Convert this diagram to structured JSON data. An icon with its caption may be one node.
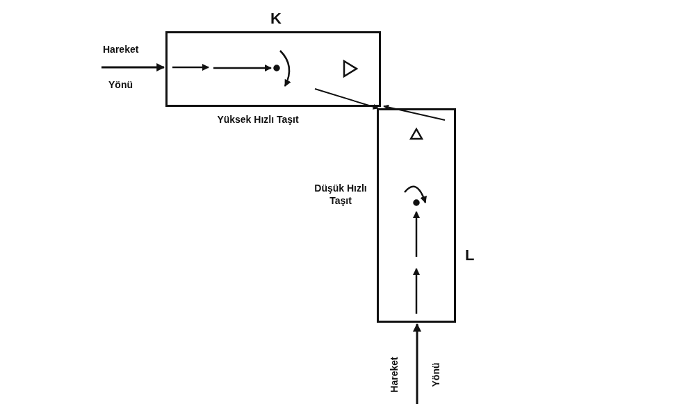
{
  "diagram": {
    "nodes": [
      {
        "text": [
          "K"
        ],
        "beside": [
          "Yüksek Hızlı Taşıt"
        ]
      },
      {
        "text": [
          "L"
        ],
        "beside": [
          "Düşük Hızlı Taşıt"
        ]
      }
    ],
    "edges": [
      {
        "from": null,
        "to": 0,
        "arrow": "to"
      },
      {
        "from": null,
        "to": 1,
        "arrow": "to"
      },
      {
        "from": 0,
        "to": 1,
        "arrow": "to"
      },
      {
        "from": 1,
        "to": 0,
        "arrow": "to"
      }
    ],
    "labels": [
      "Hareket",
      "Yönü",
      "Hareket",
      "Yönü"
    ]
  }
}
